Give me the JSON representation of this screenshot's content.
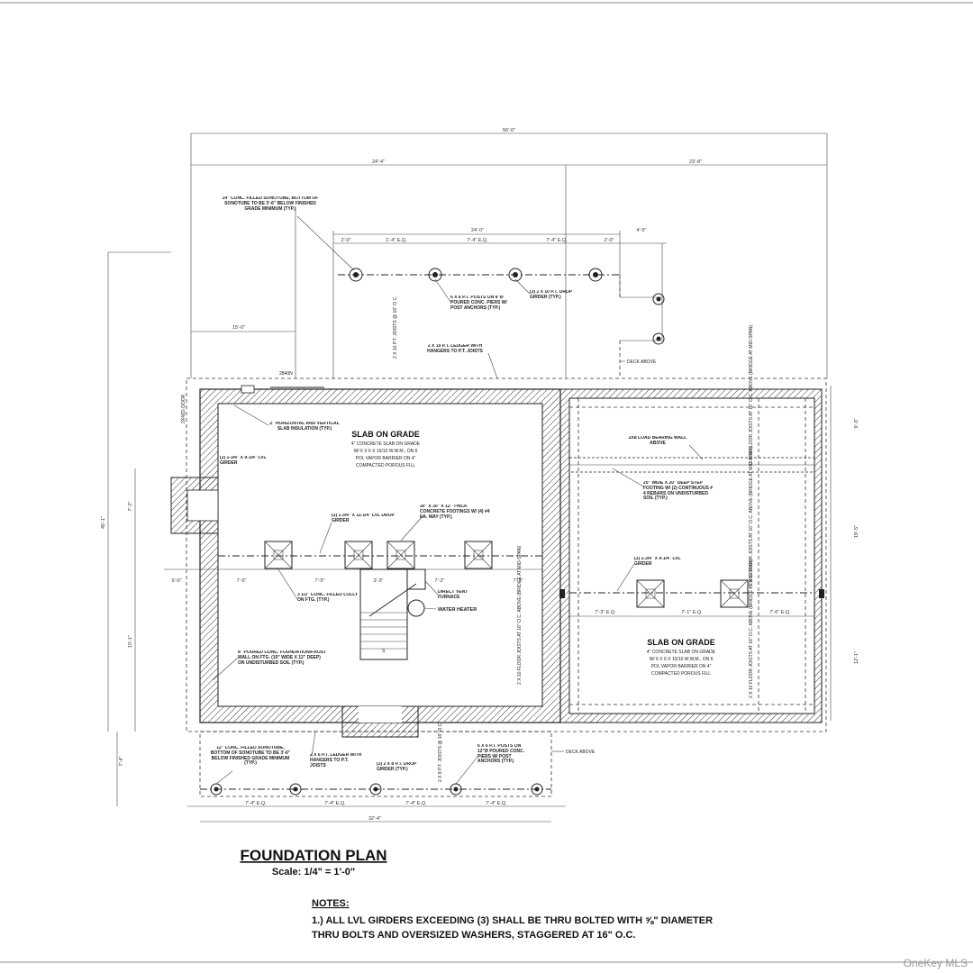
{
  "title": {
    "main": "FOUNDATION PLAN",
    "scale": "Scale: 1/4\" = 1'-0\""
  },
  "notes": {
    "heading": "NOTES:",
    "line1": "1.) ALL LVL GIRDERS EXCEEDING (3) SHALL BE THRU BOLTED WITH ⅝\" DIAMETER",
    "line2": "THRU BOLTS AND OVERSIZED WASHERS, STAGGERED AT 16\" O.C."
  },
  "watermark": "OneKey MLS",
  "slabs": {
    "main_title": "SLAB ON GRADE",
    "main_l1": "4\" CONCRETE SLAB ON GRADE",
    "main_l2": "W/ 6 X 6 X 10/10 W.W.M., ON 6",
    "main_l3": "POL VAPOR BARRIER ON 4\"",
    "main_l4": "COMPACTED POROUS FILL",
    "right_title": "SLAB ON GRADE",
    "right_l1": "4\" CONCRETE SLAB ON GRADE",
    "right_l2": "W/ 6 X 6 X 10/10 W.W.M., ON 6",
    "right_l3": "POL VAPOR BARRIER ON 4\"",
    "right_l4": "COMPACTED POROUS FILL"
  },
  "dimensions": {
    "overall_top": "56'-0\"",
    "top_left": "24'-4\"",
    "top_right": "23'-8\"",
    "deck_span": "24'-0\"",
    "deck_left": "1'-4\" E.Q.",
    "deck_mid": "7'-4\" E.Q.",
    "deck_right": "7'-4\" E.Q.",
    "deck_small_l": "2'-0\"",
    "deck_small_r": "2'-0\"",
    "deck_ext": "4'-5\"",
    "left_vert": "45'-1\"",
    "left_15": "15'-0\"",
    "left_mid1": "7'-2\"",
    "left_mid2": "15'-1\"",
    "left_low": "7'-4\"",
    "bottom_total": "32'-4\"",
    "bottom_1": "7'-4\" E.Q.",
    "bottom_2": "7'-4\" E.Q.",
    "bottom_3": "7'-4\" E.Q.",
    "bottom_4": "7'-4\" E.Q.",
    "row_a": "7'-5\"",
    "row_b": "7'-5\"",
    "row_c": "3'-3\"",
    "row_d": "7'-2\"",
    "row_e": "7'-3\"",
    "row_left": "5'-0\"",
    "right_a": "7'-3\" E.Q.",
    "right_b": "7'-1\" E.Q.",
    "right_c": "7'-6\" E.Q.",
    "right_top": "9'-3\"",
    "right_mid": "19'-5\"",
    "right_low": "12'-1\""
  },
  "callouts": {
    "c1": "14\" CONC. FILLED SONOTUBE, BOTTOM OF SONOTUBE TO BE 3'-6\" BELOW FINISHED GRADE MINIMUM (TYP.)",
    "c2": "6 X 6 P.T. POSTS ON 8\"Ø POURED CONC. PIERS W/ POST ANCHORS (TYP.)",
    "c3": "(3) 2 X 10 P.T. DROP GIRDER (TYP.)",
    "c4": "2 X 10 P.T. LEDGER WITH HANGERS TO P.T. JOISTS",
    "c5": "DECK ABOVE",
    "c6": "2\" HORIZONTAL AND VERTICAL SLAB INSULATION (TYP.)",
    "c7": "(3) 1-3/4\" X 9-1/4\" LVL GIRDER",
    "c8": "(3) 1-3/4\" X 11-1/4\" LVL DROP GIRDER",
    "c9": "30\" X 30\" X 12\" THICK CONCRETE FOOTINGS W/ (4) #4 EA. WAY (TYP.)",
    "c10": "3 1/2\" CONC. FILLED LOLLY ON FTG. (TYP.)",
    "c11": "DIRECT VENT FURNACE",
    "c12": "WATER HEATER",
    "c13": "8\" POURED CONC. FOUNDATION/FROST WALL ON FTG. (10\" WIDE X 12\" DEEP) ON UNDISTURBED SOIL (TYP.)",
    "c14": "2X8 LOAD BEARING WALL ABOVE",
    "c15": "20\" WIDE X 20\" DEEP STEP FOOTING W/ (2) CONTINUOUS # 4 REBARS ON UNDISTURBED SOIL (TYP.)",
    "c16": "(3) 1-3/4\" X 9-1/4\" LVL GIRDER",
    "c17": "2 X 10 FLOOR JOISTS AT 16\" O.C. ABOVE (BRIDGE AT MID-SPAN)",
    "c18": "12\" CONC. FILLED SONOTUBE, BOTTOM OF SONOTUBE TO BE 3'-6\" BELOW FINISHED GRADE MINIMUM (TYP.)",
    "c19": "2 X 6 P.T. LEDGER WITH HANGERS TO P.T. JOISTS",
    "c20": "(3) 2 X 8 P.T. DROP GIRDER (TYP.)",
    "c21": "2 X 8 P.T. JOISTS @ 16\" O.C.",
    "c22": "6 X 6 P.T. POSTS ON 12\"Ø POURED CONC. PIERS W/ POST ANCHORS (TYP.)",
    "c23": "DECK ABOVE",
    "c24": "2 X 10 P.T. JOISTS @ 16\" O.C.",
    "c25": "2X4(D) DOOR",
    "c26": "2840N"
  }
}
